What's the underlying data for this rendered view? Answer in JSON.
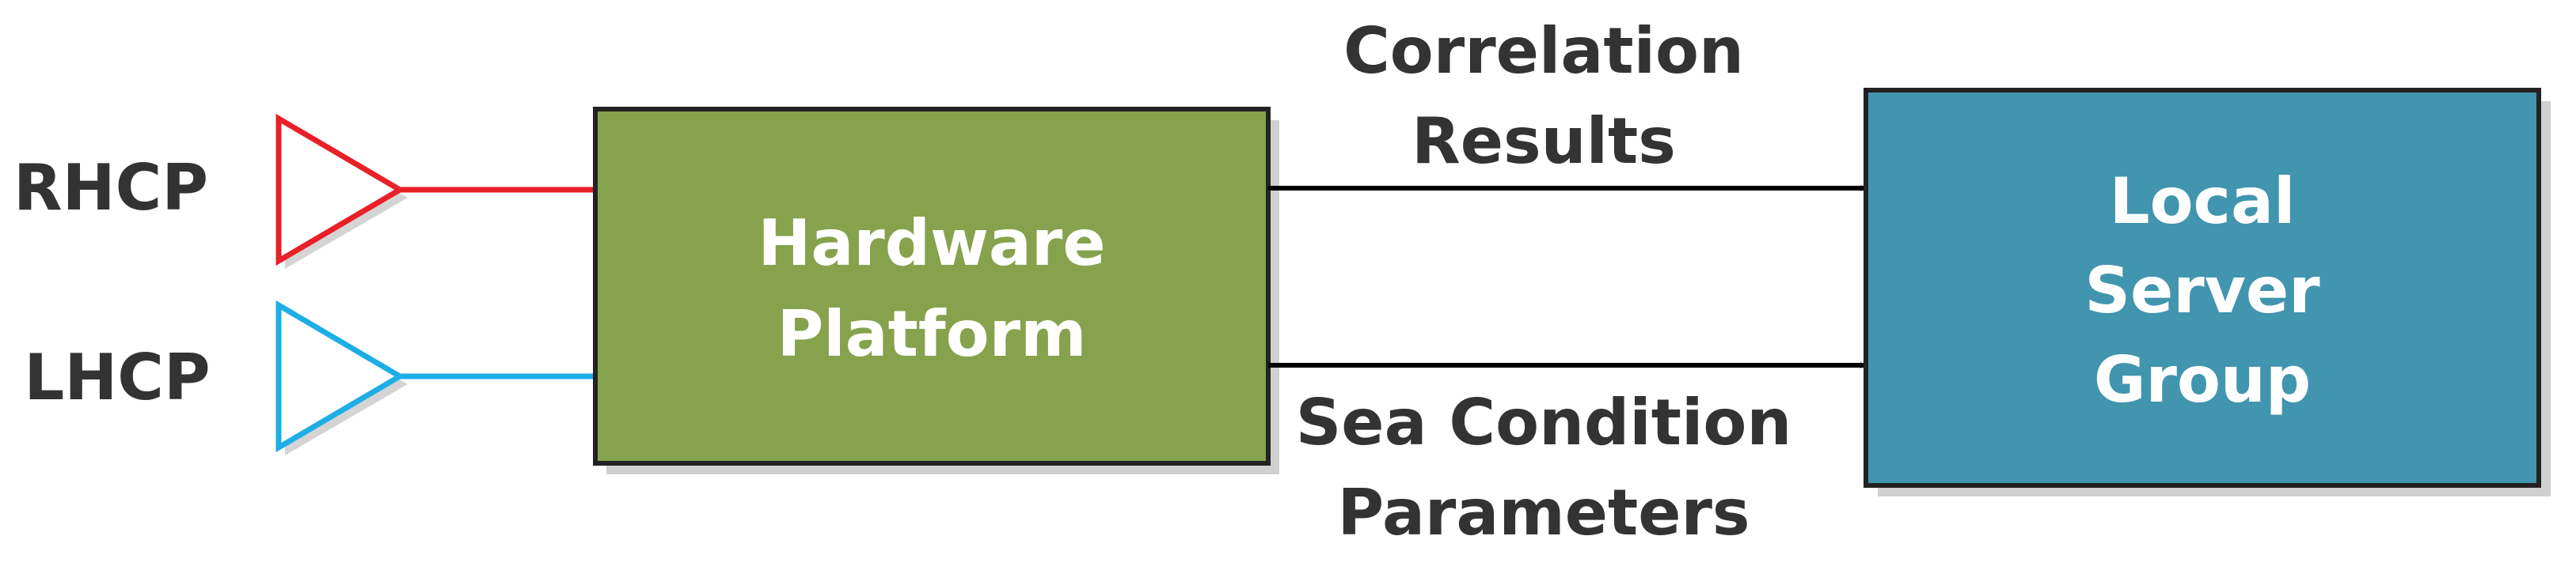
{
  "inputs": [
    {
      "label": "RHCP",
      "color": "#e82027"
    },
    {
      "label": "LHCP",
      "color": "#1eaee6"
    }
  ],
  "hardware": {
    "line1": "Hardware",
    "line2": "Platform",
    "fill": "#86a24c"
  },
  "server": {
    "line1": "Local",
    "line2": "Server",
    "line3": "Group",
    "fill": "#4195af"
  },
  "arrows": {
    "top_line1": "Correlation",
    "top_line2": "Results",
    "bottom_line1": "Sea Condition",
    "bottom_line2": "Parameters"
  }
}
